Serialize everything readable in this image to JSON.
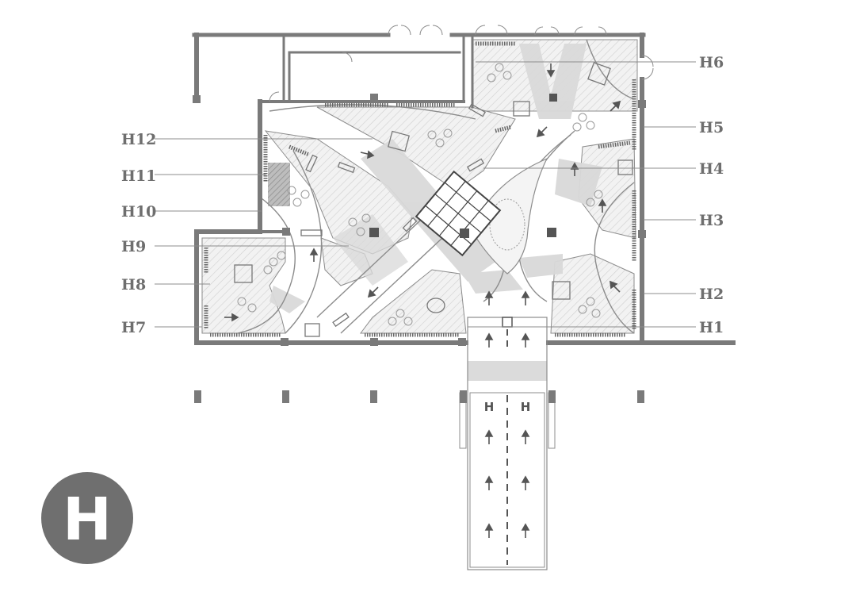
{
  "zone_badge": {
    "letter": "H",
    "color": "#6f6f6f"
  },
  "entrance_markers": [
    "H",
    "H"
  ],
  "labels_left": [
    "H12",
    "H11",
    "H10",
    "H9",
    "H8",
    "H7"
  ],
  "labels_right": [
    "H6",
    "H5",
    "H4",
    "H3",
    "H2",
    "H1"
  ],
  "colors": {
    "wall": "#7a7a7a",
    "walkway": "#d9d9d9",
    "hatch": "#cfcfcf",
    "line": "#8c8c8c",
    "label": "#6e6e6e"
  }
}
